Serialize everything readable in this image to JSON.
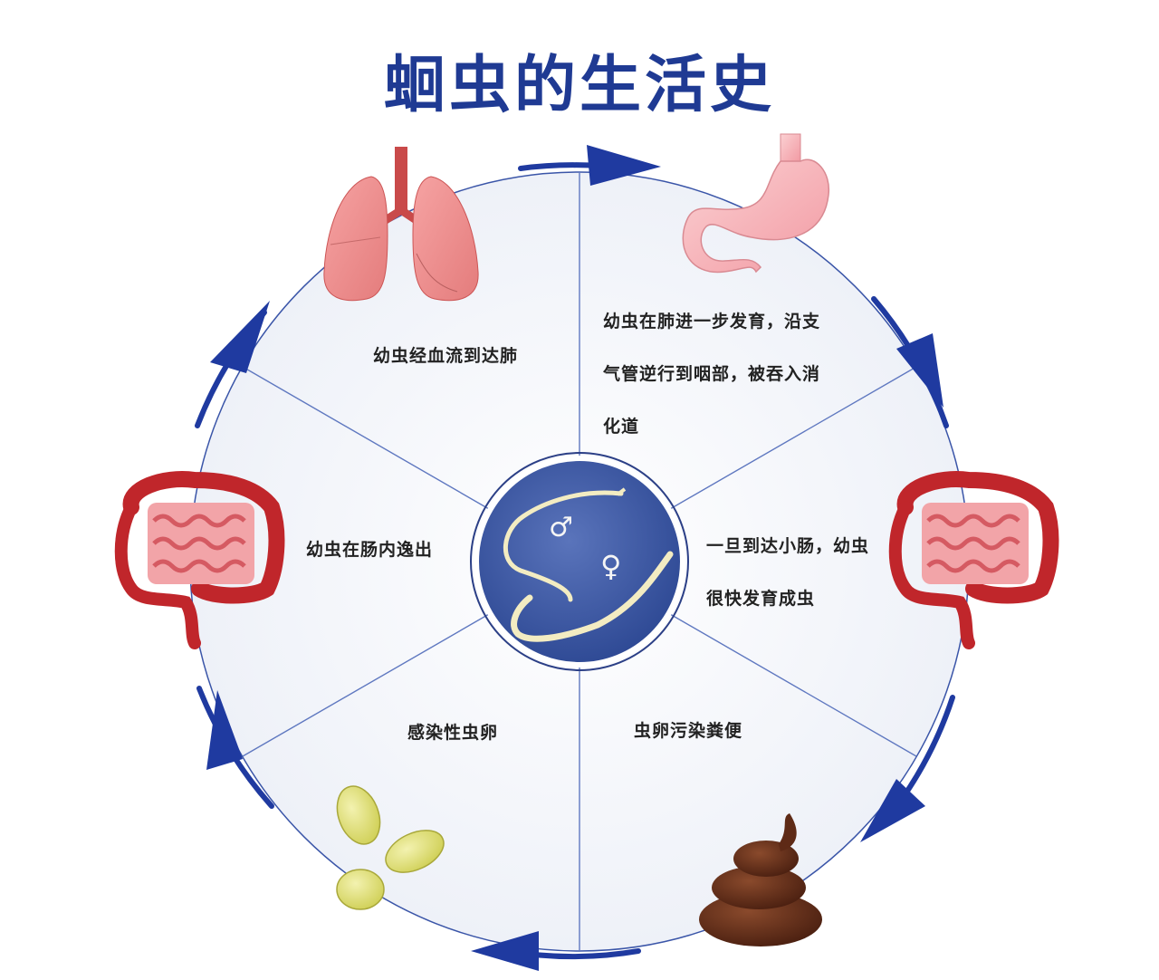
{
  "title": "蛔虫的生活史",
  "stages": {
    "lung": "幼虫经血流到达肺",
    "throat_line1": "幼虫在肺进一步发育，沿支",
    "throat_line2": "气管逆行到咽部，被吞入消",
    "throat_line3": "化道",
    "small_intestine_line1": "一旦到达小肠，幼虫",
    "small_intestine_line2": "很快发育成虫",
    "feces": "虫卵污染粪便",
    "eggs": "感染性虫卵",
    "hatch": "幼虫在肠内逸出"
  },
  "icons": {
    "lung": "lungs-icon",
    "stomach": "stomach-icon",
    "intestine_right": "intestine-icon",
    "feces": "feces-icon",
    "eggs": "egg-icon",
    "intestine_left": "intestine-icon",
    "worms": "roundworm-icon"
  },
  "symbols": {
    "male": "♂",
    "female": "♀"
  },
  "colors": {
    "title": "#1f3a93",
    "ring": "#1f3aa0",
    "center": "#3d5aa8",
    "wedge": "#f3f5fb"
  }
}
